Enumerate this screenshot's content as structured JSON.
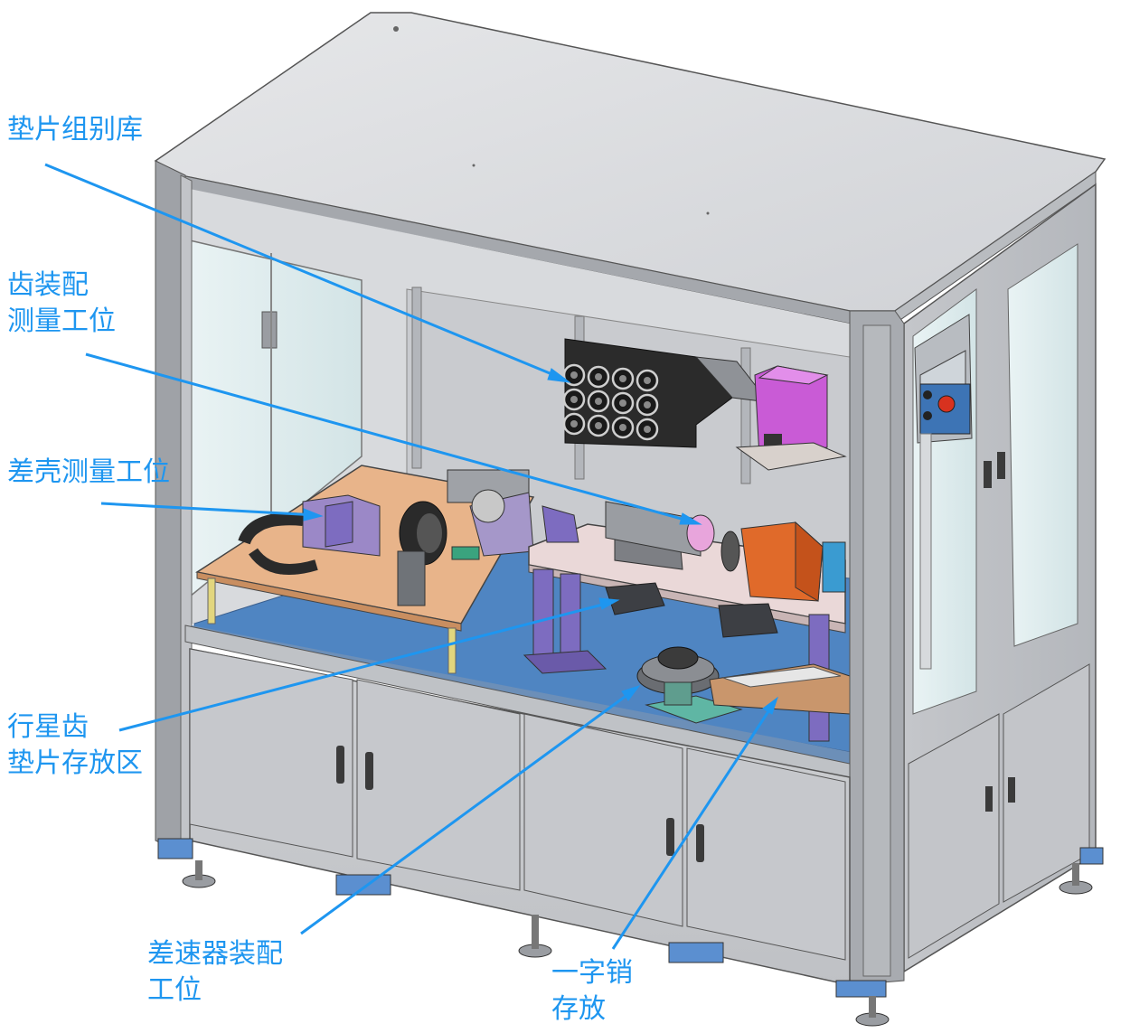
{
  "labels": {
    "shim_library": {
      "lines": [
        "垫片组别库"
      ]
    },
    "gear_measure": {
      "lines": [
        "齿装配",
        "测量工位"
      ]
    },
    "case_measure": {
      "lines": [
        "差壳测量工位"
      ]
    },
    "planet_shim": {
      "lines": [
        "行星齿",
        "垫片存放区"
      ]
    },
    "diff_assembly": {
      "lines": [
        "差速器装配",
        "工位"
      ]
    },
    "pin_storage": {
      "lines": [
        "一字销",
        "存放"
      ]
    }
  },
  "colors": {
    "label": "#1e96f0",
    "frame": "#a9acb2",
    "panel": "#c7c9cd",
    "glass": "#dbe9ea",
    "deck": "#4f85c2",
    "plate": "#e8b48a",
    "purple": "#7d6cc0",
    "orange": "#e06a2a",
    "magenta": "#c95bd6"
  }
}
